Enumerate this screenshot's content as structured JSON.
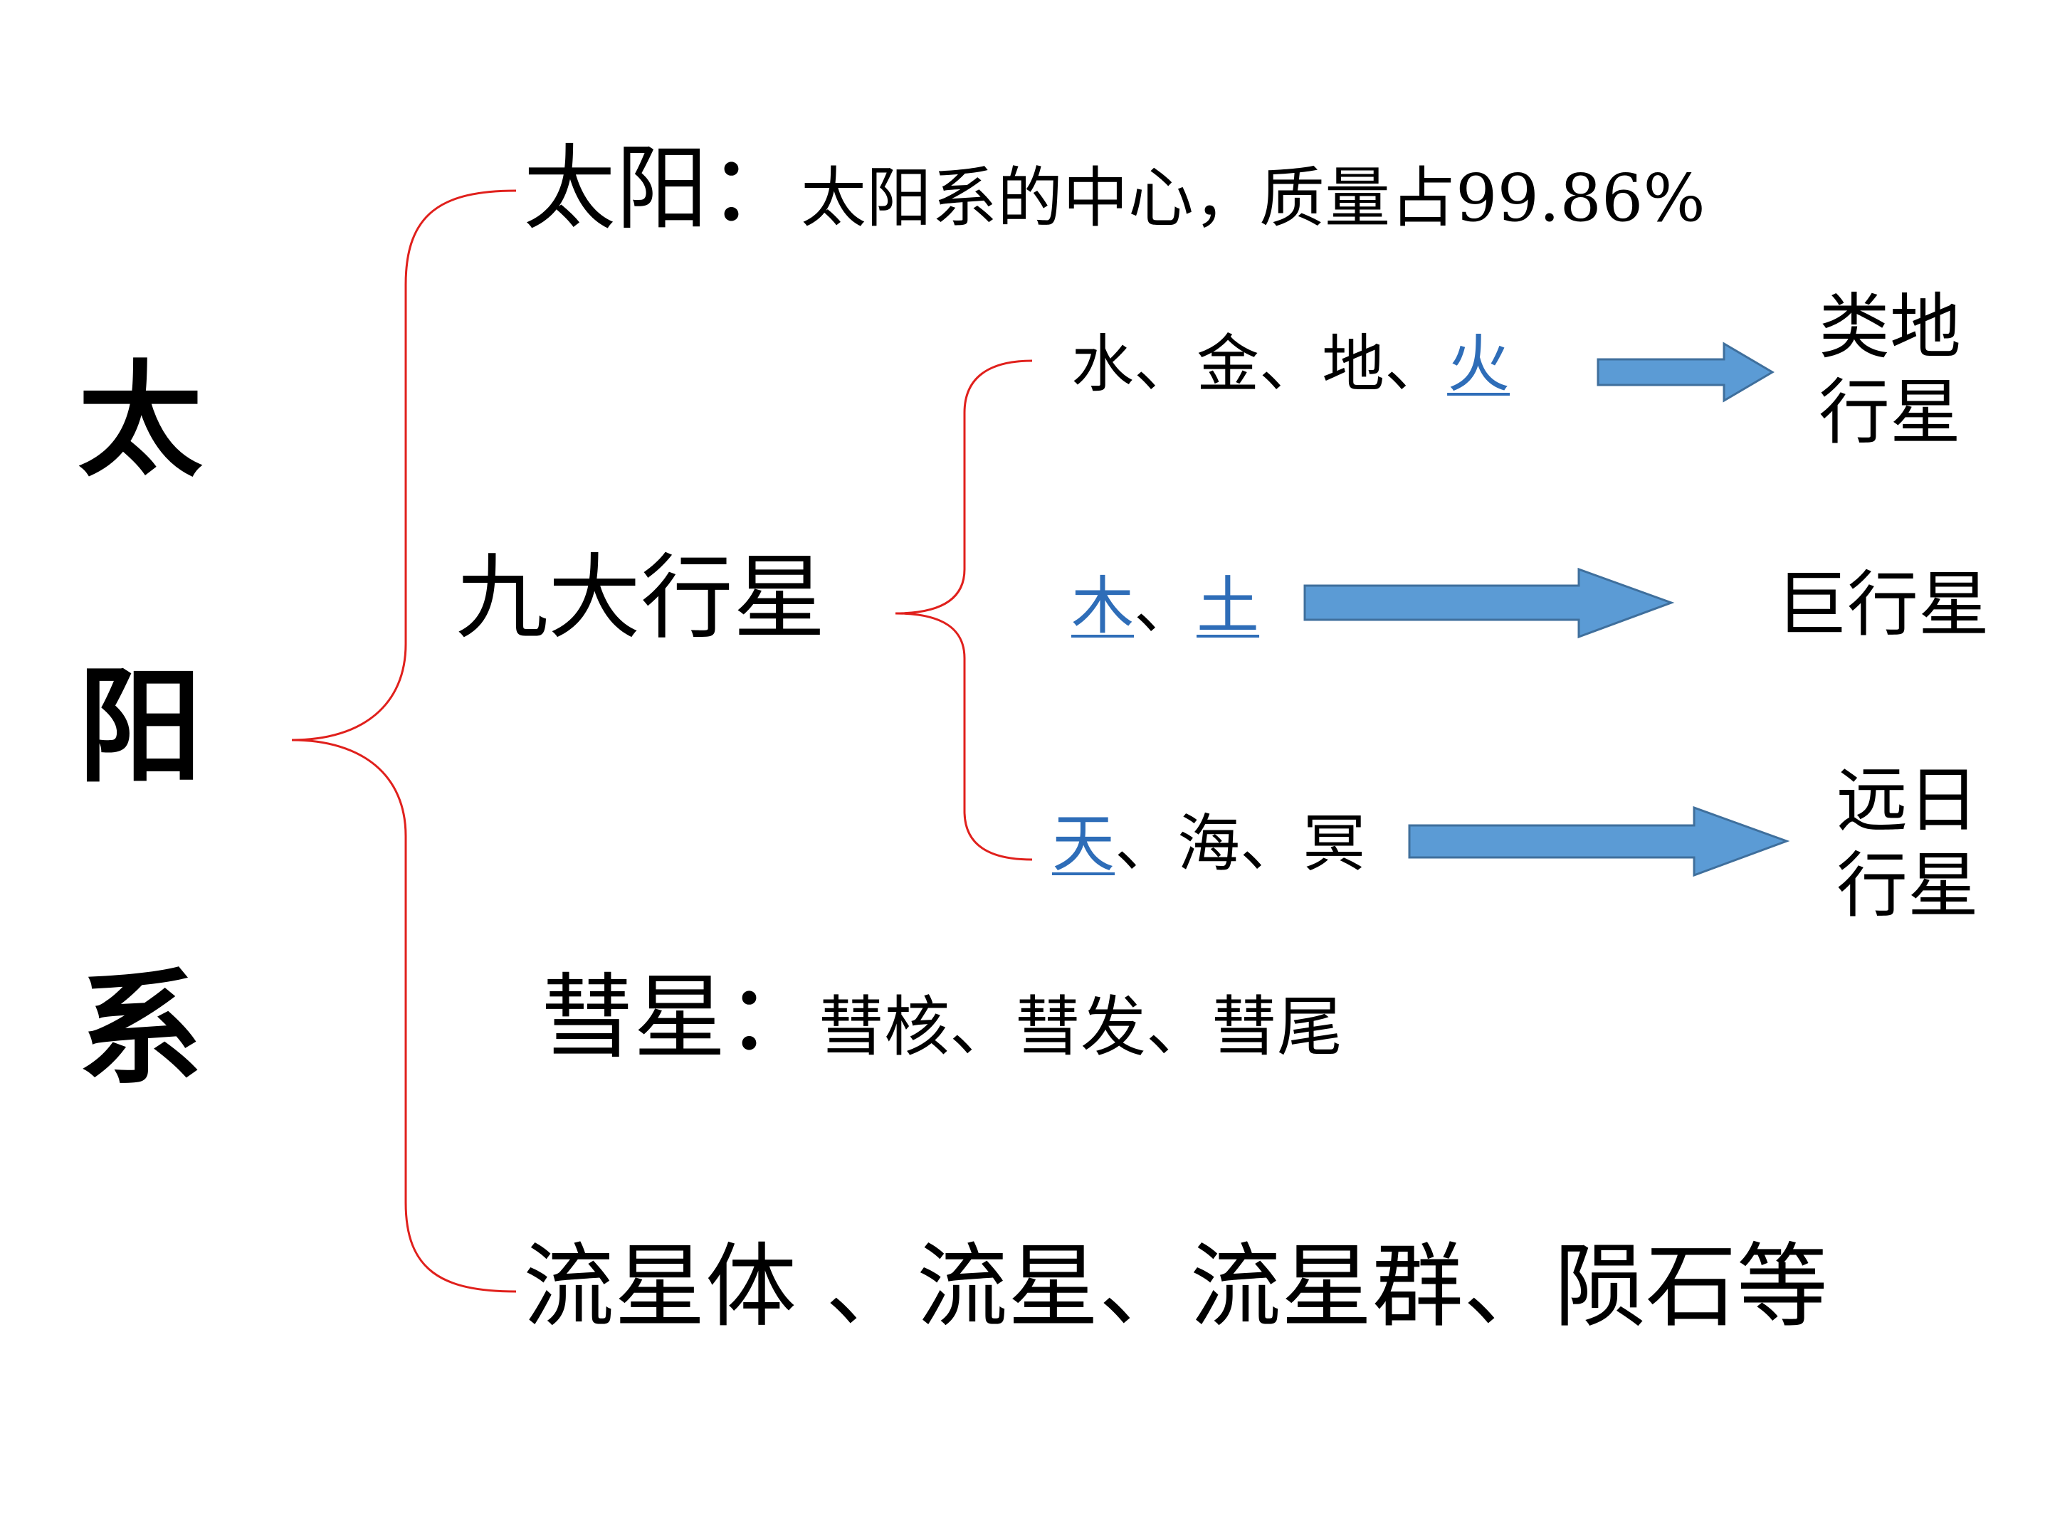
{
  "root": [
    "太",
    "阳",
    "系"
  ],
  "sun": {
    "label": "太阳：",
    "desc": "太阳系的中心，质量占99.86%"
  },
  "planets": {
    "label": "九大行星",
    "rows": [
      {
        "parts": [
          "水",
          "、",
          "金",
          "、",
          "地",
          "、",
          "火"
        ],
        "highlight": [
          false,
          false,
          false,
          false,
          false,
          false,
          true
        ],
        "group": [
          "类地",
          "行星"
        ]
      },
      {
        "parts": [
          "木",
          "、",
          "土"
        ],
        "highlight": [
          true,
          false,
          true
        ],
        "group": [
          "巨行星"
        ]
      },
      {
        "parts": [
          "天",
          "、",
          "海",
          "、",
          "冥"
        ],
        "highlight": [
          true,
          false,
          false,
          false,
          false
        ],
        "group": [
          "远日",
          "行星"
        ]
      }
    ]
  },
  "comet": {
    "label": "彗星",
    "colon": "：",
    "parts": "彗核、彗发、彗尾"
  },
  "meteor": {
    "text": "流星体 、流星、流星群、陨石等"
  },
  "colors": {
    "brace": "#e0201c",
    "arrow_fill": "#5b9bd5",
    "arrow_stroke": "#3f6f9c",
    "highlight": "#2e6db8",
    "text": "#000000"
  }
}
